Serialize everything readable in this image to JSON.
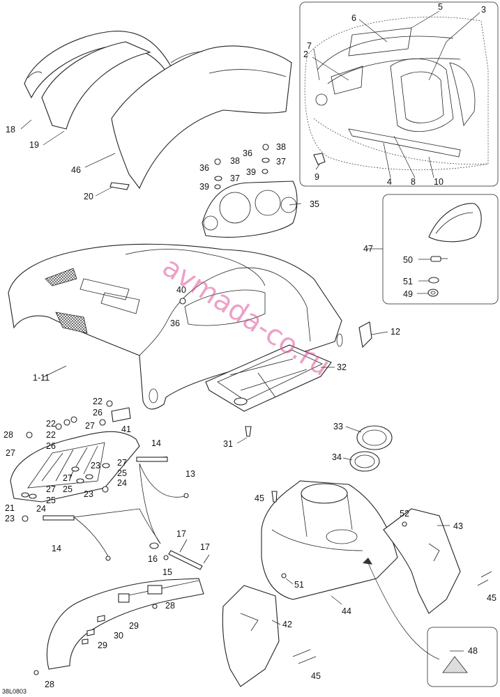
{
  "diagram": {
    "code": "38L0803",
    "watermark": "avmada-co.ru",
    "callouts": [
      "1-11",
      "2",
      "3",
      "4",
      "5",
      "6",
      "7",
      "8",
      "9",
      "10",
      "12",
      "13",
      "14",
      "14",
      "15",
      "16",
      "17",
      "17",
      "18",
      "19",
      "20",
      "21",
      "22",
      "22",
      "22",
      "23",
      "23",
      "23",
      "24",
      "24",
      "25",
      "25",
      "25",
      "26",
      "26",
      "27",
      "27",
      "27",
      "27",
      "27",
      "28",
      "28",
      "28",
      "29",
      "29",
      "30",
      "31",
      "32",
      "33",
      "34",
      "35",
      "36",
      "36",
      "36",
      "37",
      "37",
      "38",
      "38",
      "39",
      "39",
      "40",
      "41",
      "42",
      "43",
      "44",
      "45",
      "45",
      "45",
      "46",
      "47",
      "48",
      "49",
      "50",
      "51",
      "51",
      "52"
    ]
  }
}
